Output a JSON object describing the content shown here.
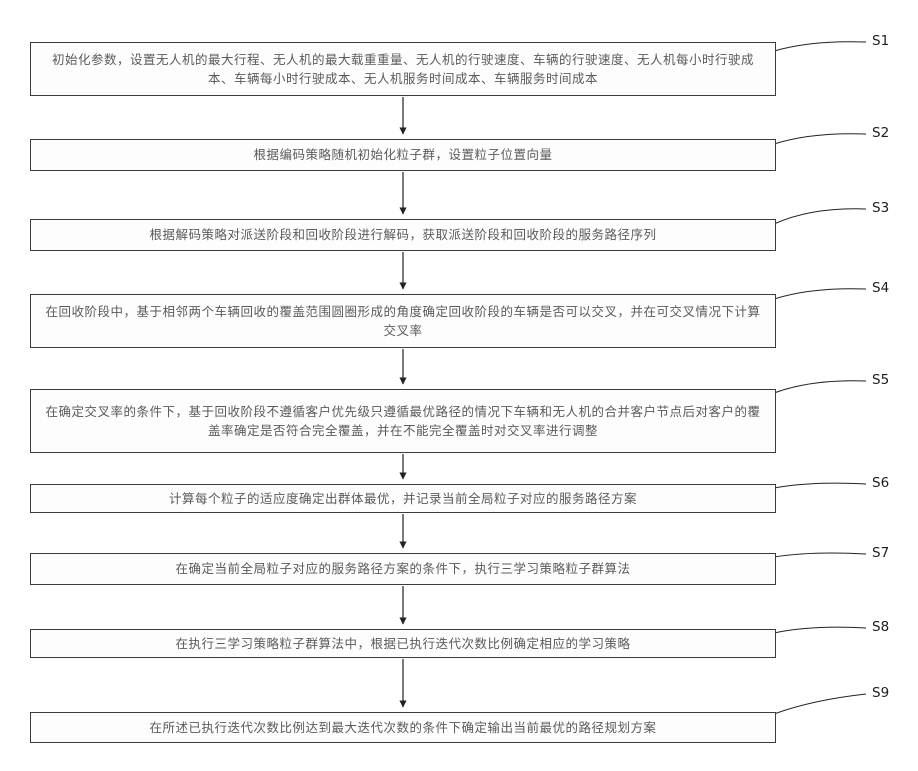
{
  "figure": {
    "type": "flowchart",
    "description_colors": {
      "box_border": "#3c3c3c",
      "box_fill": "#fdfdfd",
      "text": "#5a5a5a",
      "line": "#222222"
    }
  },
  "steps": [
    {
      "id": "S1",
      "text": "初始化参数，设置无人机的最大行程、无人机的最大载重重量、无人机的行驶速度、车辆的行驶速度、无人机每小时行驶成本、车辆每小时行驶成本、无人机服务时间成本、车辆服务时间成本"
    },
    {
      "id": "S2",
      "text": "根据编码策略随机初始化粒子群，设置粒子位置向量"
    },
    {
      "id": "S3",
      "text": "根据解码策略对派送阶段和回收阶段进行解码，获取派送阶段和回收阶段的服务路径序列"
    },
    {
      "id": "S4",
      "text": "在回收阶段中，基于相邻两个车辆回收的覆盖范围圆圈形成的角度确定回收阶段的车辆是否可以交叉，并在可交叉情况下计算交叉率"
    },
    {
      "id": "S5",
      "text": "在确定交叉率的条件下，基于回收阶段不遵循客户优先级只遵循最优路径的情况下车辆和无人机的合并客户节点后对客户的覆盖率确定是否符合完全覆盖，并在不能完全覆盖时对交叉率进行调整"
    },
    {
      "id": "S6",
      "text": "计算每个粒子的适应度确定出群体最优，并记录当前全局粒子对应的服务路径方案"
    },
    {
      "id": "S7",
      "text": "在确定当前全局粒子对应的服务路径方案的条件下，执行三学习策略粒子群算法"
    },
    {
      "id": "S8",
      "text": "在执行三学习策略粒子群算法中，根据已执行迭代次数比例确定相应的学习策略"
    },
    {
      "id": "S9",
      "text": "在所述已执行迭代次数比例达到最大迭代次数的条件下确定输出当前最优的路径规划方案"
    }
  ]
}
